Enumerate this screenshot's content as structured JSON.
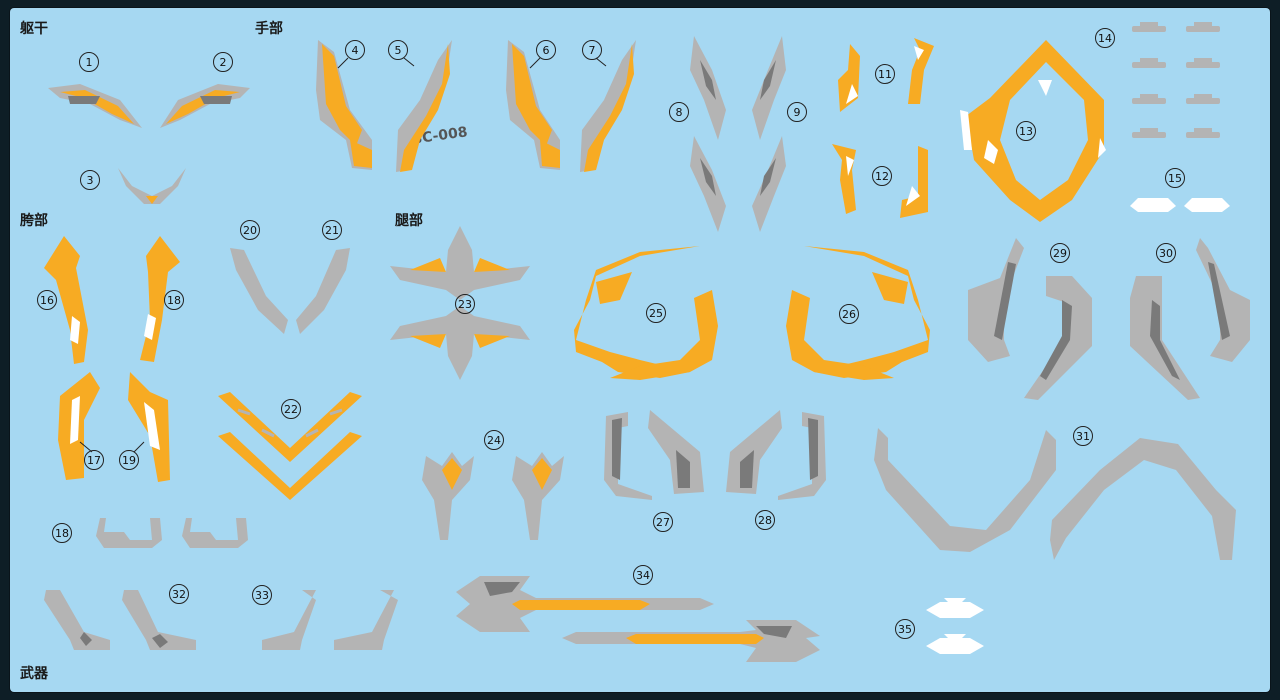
{
  "sections": {
    "torso": "躯干",
    "hands": "手部",
    "waist": "胯部",
    "legs": "腿部",
    "weapons": "武器"
  },
  "product_code": "SC-008",
  "markers": [
    "1",
    "2",
    "3",
    "4",
    "5",
    "6",
    "7",
    "8",
    "9",
    "11",
    "12",
    "13",
    "14",
    "15",
    "16",
    "17",
    "18",
    "18",
    "19",
    "20",
    "21",
    "22",
    "23",
    "24",
    "25",
    "26",
    "27",
    "28",
    "29",
    "30",
    "31",
    "32",
    "33",
    "34",
    "35"
  ],
  "colors": {
    "sheet_background": "#a6d8f2",
    "orange": "#f7ab23",
    "light_gray": "#b4b4b4",
    "dark_gray": "#7a7a7a",
    "white": "#ffffff"
  }
}
